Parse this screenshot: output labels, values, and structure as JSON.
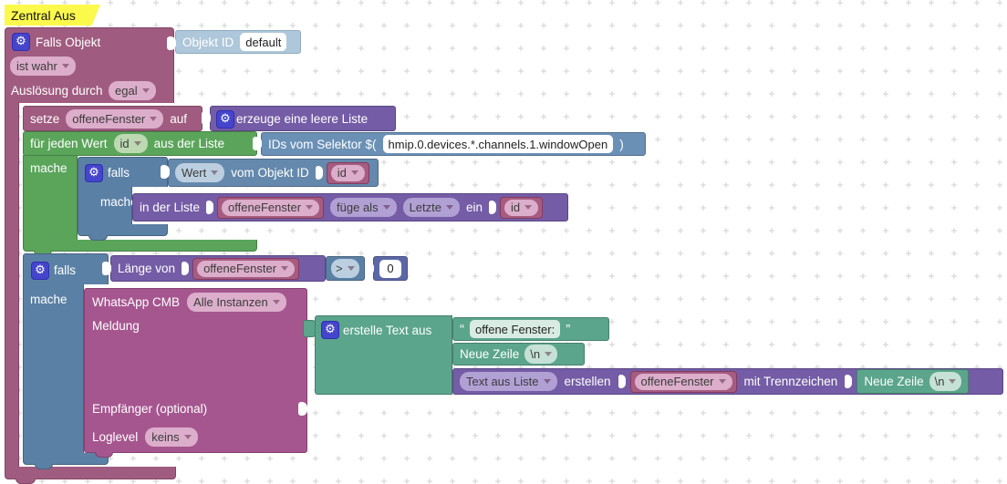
{
  "colors": {
    "trigger": "#a05c80",
    "variables": "#a65c81",
    "lists": "#745ca6",
    "loops": "#5ba55b",
    "logic": "#5b80a5",
    "selector": "#6a90b6",
    "math": "#5c68a6",
    "text": "#5ba58c",
    "sendto": "#a6568f",
    "object_id": "#aec7da",
    "comment_bg": "#fbf94c",
    "gear": "#4545cc"
  },
  "icons": {
    "gear": "⚙"
  },
  "comment": {
    "text": "Zentral Aus"
  },
  "trigger": {
    "title": "Falls Objekt",
    "object_label": "Objekt ID",
    "object_value": "default",
    "is_true": "ist wahr",
    "ausloesung_label": "Auslösung durch",
    "ausloesung_value": "egal"
  },
  "set_row": {
    "setze": "setze",
    "variable": "offeneFenster",
    "auf": "auf"
  },
  "create_list": {
    "label": "erzeuge eine leere Liste"
  },
  "foreach": {
    "fuer_jeden": "für jeden Wert",
    "variable": "id",
    "aus_der_liste": "aus der Liste",
    "mache": "mache"
  },
  "selector": {
    "label": "IDs vom Selektor $(",
    "value": "hmip.0.devices.*.channels.1.windowOpen",
    "close": ")"
  },
  "inner_if": {
    "falls": "falls",
    "mache": "mache"
  },
  "get_value": {
    "wert": "Wert",
    "vom_objekt_id": "vom Objekt ID",
    "variable": "id"
  },
  "list_insert": {
    "in_der_liste": "in der Liste",
    "variable": "offeneFenster",
    "fuege_als": "füge als",
    "letzte": "Letzte",
    "ein": "ein",
    "item": "id"
  },
  "outer_if": {
    "falls": "falls",
    "mache": "mache"
  },
  "length_of": {
    "label": "Länge von",
    "variable": "offeneFenster"
  },
  "compare": {
    "op": ">"
  },
  "number": {
    "value": "0"
  },
  "whatsapp": {
    "title": "WhatsApp CMB",
    "instance": "Alle Instanzen",
    "meldung": "Meldung",
    "empfaenger": "Empfänger (optional)",
    "loglevel_label": "Loglevel",
    "loglevel_value": "keins"
  },
  "create_text": {
    "title": "erstelle Text aus"
  },
  "text_item": {
    "quote_open": "“",
    "value": "offene Fenster:",
    "quote_close": "”"
  },
  "newline1": {
    "label": "Neue Zeile",
    "value": "\\n"
  },
  "join": {
    "mode": "Text aus Liste",
    "erstellen": "erstellen",
    "variable": "offeneFenster",
    "separator_label": "mit Trennzeichen",
    "newline_label": "Neue Zeile",
    "newline_value": "\\n"
  }
}
